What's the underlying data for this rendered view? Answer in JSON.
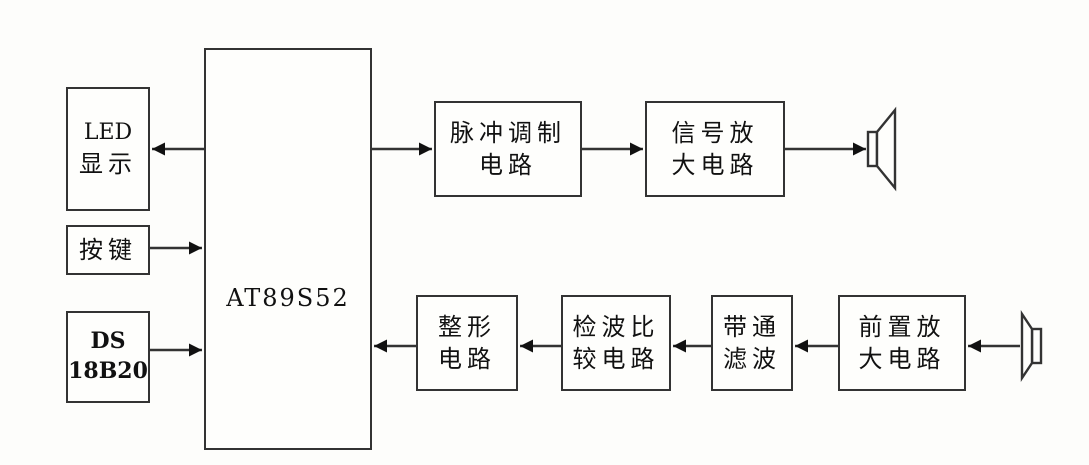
{
  "blocks": {
    "led": {
      "line1": "LED",
      "line2": "显示"
    },
    "key": {
      "line1": "按键"
    },
    "ds18b20": {
      "line1": "DS",
      "line2": "18B20"
    },
    "mcu": {
      "line1": "AT89S52"
    },
    "pulse_mod": {
      "line1": "脉冲调制",
      "line2": "电路"
    },
    "signal_amp": {
      "line1": "信号放",
      "line2": "大电路"
    },
    "shaping": {
      "line1": "整形",
      "line2": "电路"
    },
    "detect_compare": {
      "line1": "检波比",
      "line2": "较电路"
    },
    "bandpass": {
      "line1": "带通",
      "line2": "滤波"
    },
    "preamp": {
      "line1": "前置放",
      "line2": "大电路"
    }
  },
  "connections": [
    {
      "from": "mcu",
      "to": "led"
    },
    {
      "from": "key",
      "to": "mcu"
    },
    {
      "from": "ds18b20",
      "to": "mcu"
    },
    {
      "from": "mcu",
      "to": "pulse_mod"
    },
    {
      "from": "pulse_mod",
      "to": "signal_amp"
    },
    {
      "from": "signal_amp",
      "to": "transmit_speaker"
    },
    {
      "from": "receive_speaker",
      "to": "preamp"
    },
    {
      "from": "preamp",
      "to": "bandpass"
    },
    {
      "from": "bandpass",
      "to": "detect_compare"
    },
    {
      "from": "detect_compare",
      "to": "shaping"
    },
    {
      "from": "shaping",
      "to": "mcu"
    }
  ],
  "icons": {
    "transmitter": "speaker-icon",
    "receiver": "speaker-icon"
  },
  "colors": {
    "line": "#333333",
    "background": "#fdfdfb"
  }
}
